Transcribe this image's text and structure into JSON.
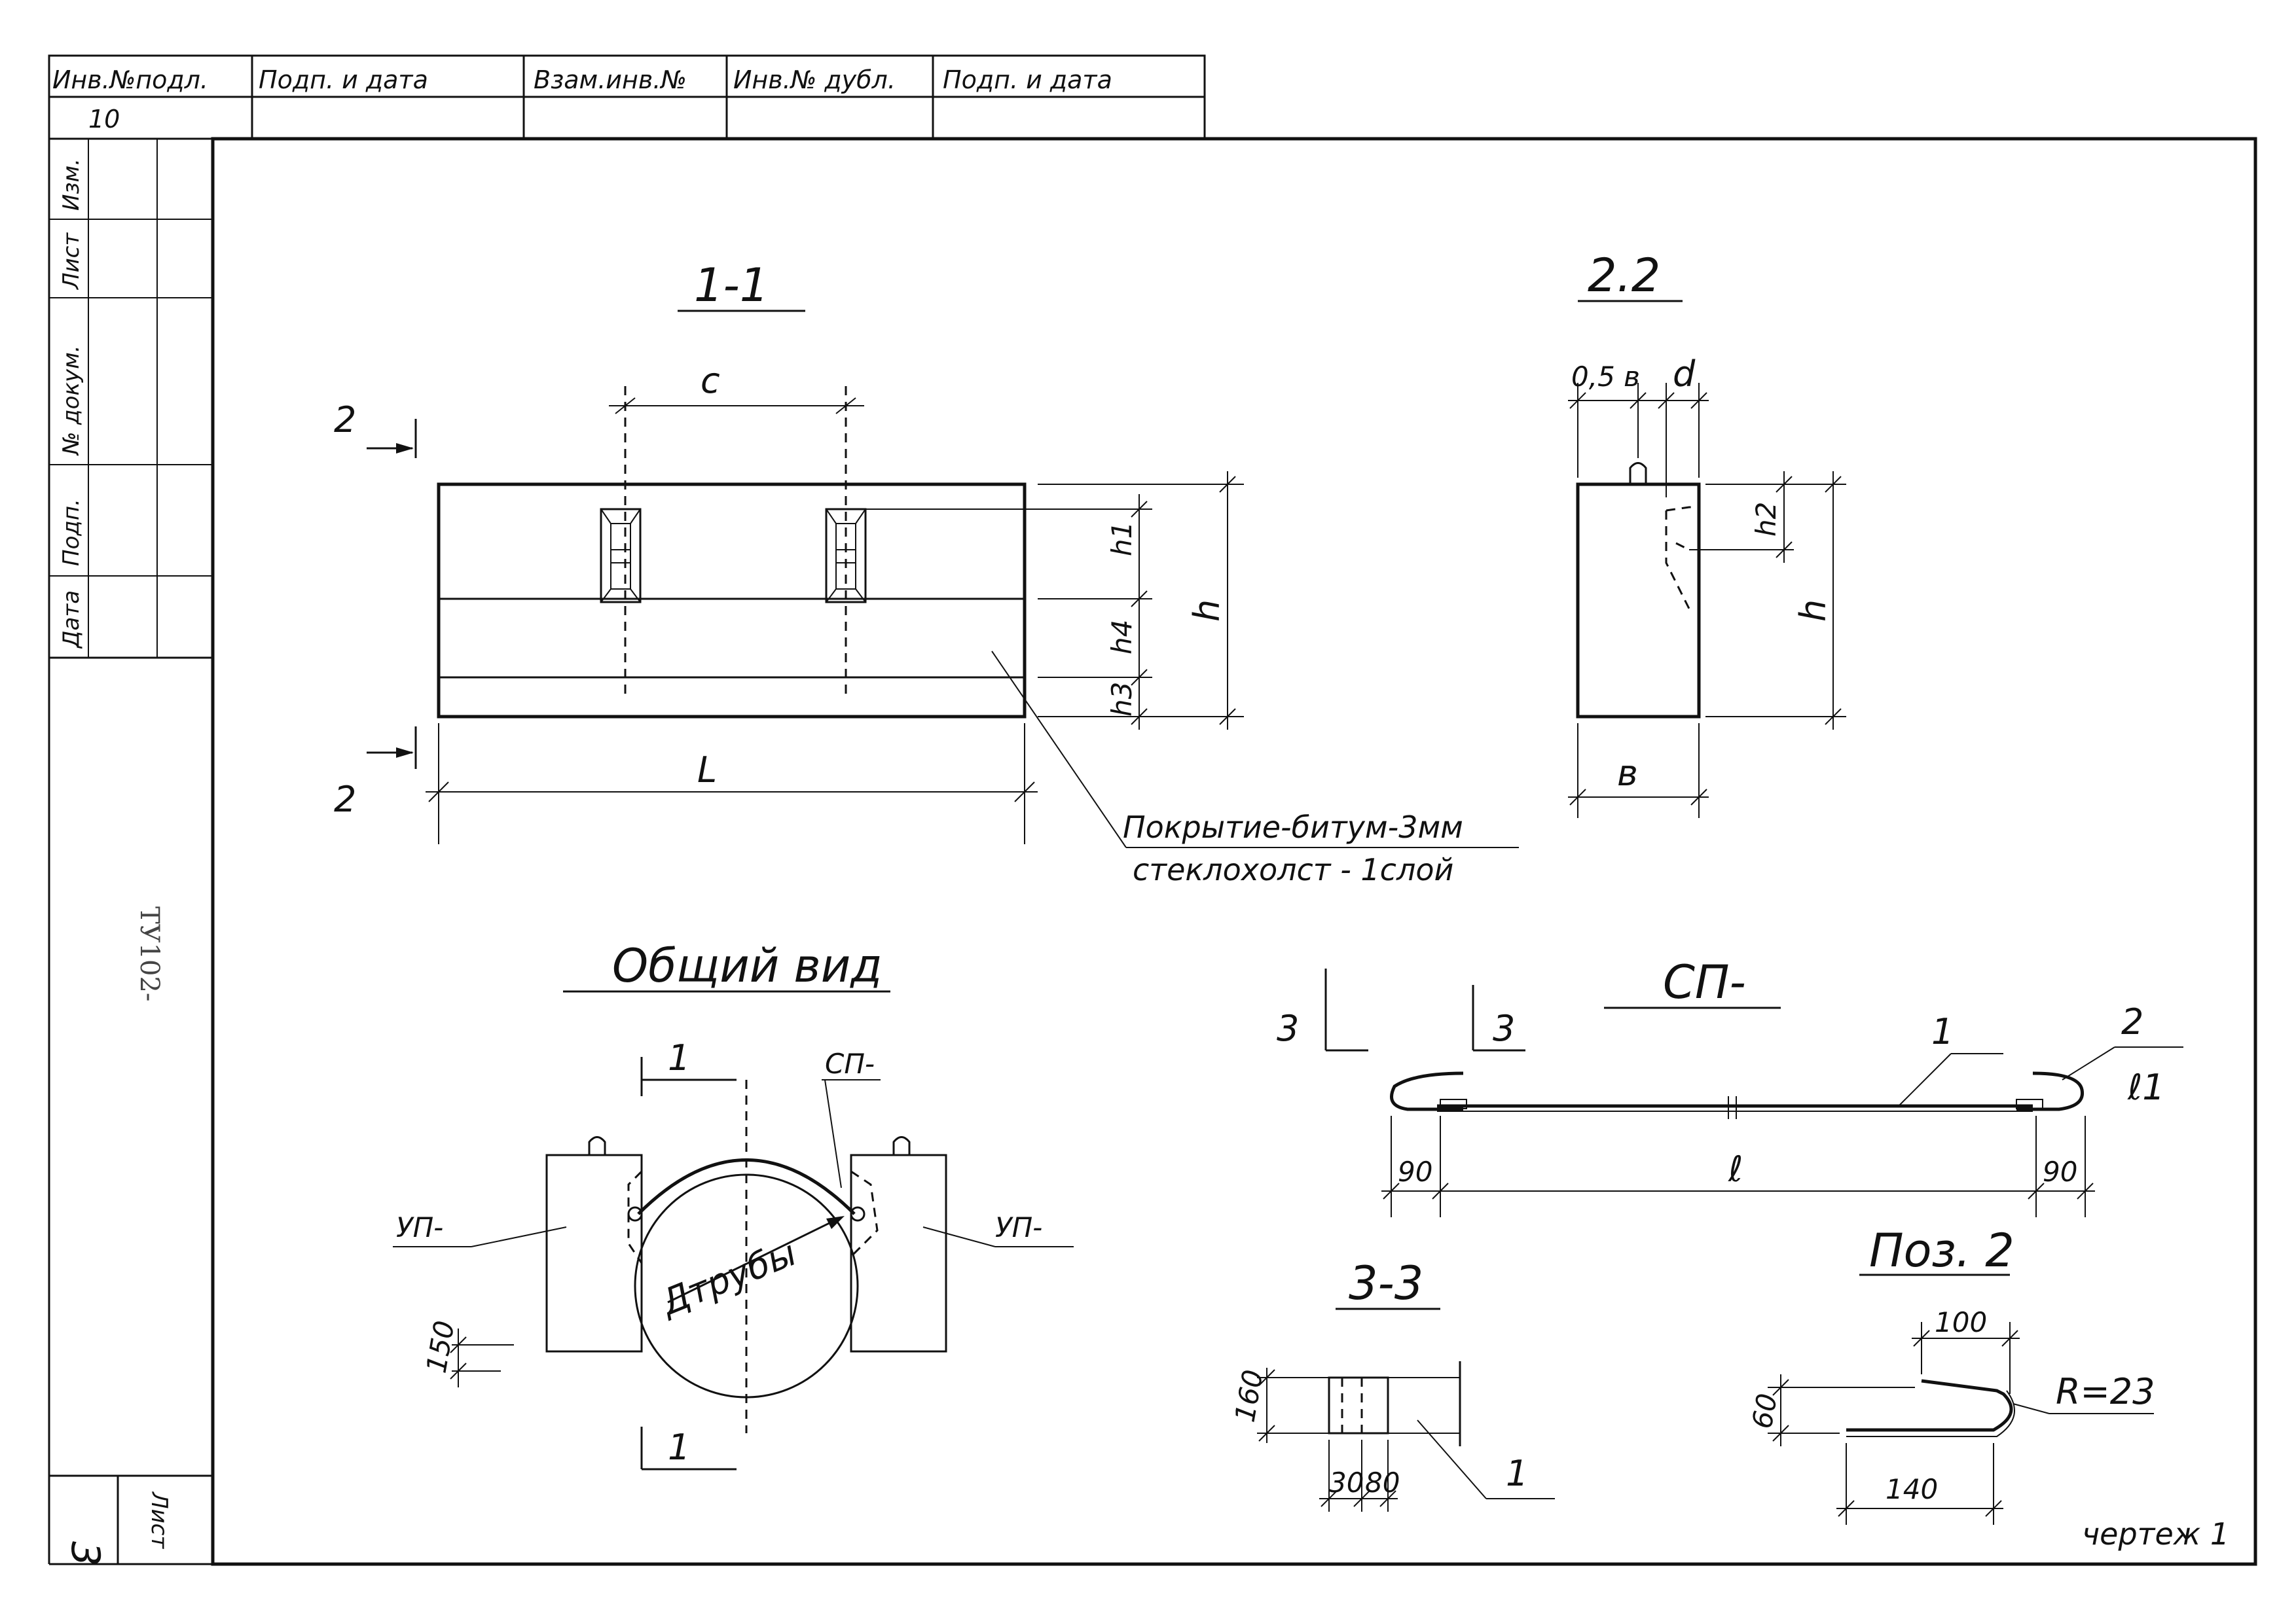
{
  "title_block": {
    "inv_no_podl": "Инв.№подл.",
    "podp_i_data": "Подп. и дата",
    "vzam_inv_no": "Взам.инв.№",
    "inv_no_dubl": "Инв.№ дубл.",
    "podp_i_data_2": "Подп. и дата",
    "inv_value": "10"
  },
  "side_block": {
    "izm": "Изм.",
    "list": "Лист",
    "no_dokum": "№ докум.",
    "podp": "Подп.",
    "data": "Дата",
    "doc_code": "ТУ102-",
    "sheet_number": "3",
    "sheet_label": "Лист"
  },
  "section_1_1": {
    "title": "1-1",
    "cut_mark": "2",
    "dim_c": "c",
    "dim_L": "L",
    "dim_h": "h",
    "dim_h1": "h1",
    "dim_h4": "h4",
    "dim_h3": "h3",
    "note_line1": "Покрытие-битум-3мм",
    "note_line2": "стеклохолст - 1слой"
  },
  "section_2_2": {
    "title": "2.2",
    "dim_05b": "0,5 в",
    "dim_d": "d",
    "dim_h2": "h2",
    "dim_h": "h",
    "dim_b": "в"
  },
  "general_view": {
    "title": "Общий вид",
    "cut_label": "1",
    "sp_label": "СП-",
    "up_left": "УП-",
    "up_right": "УП-",
    "pipe_label": "Дтрубы",
    "dim_150": "150"
  },
  "sp_view": {
    "title": "СП-",
    "cut_label": "3",
    "pos1": "1",
    "pos2": "2",
    "dim_l1": "ℓ1",
    "dim_90_left": "90",
    "dim_l": "ℓ",
    "dim_90_right": "90"
  },
  "section_3_3": {
    "title": "3-3",
    "dim_160": "160",
    "dim_30": "30",
    "dim_80": "80",
    "pos1": "1"
  },
  "pos2_view": {
    "title": "Поз. 2",
    "dim_100": "100",
    "dim_60": "60",
    "dim_140": "140",
    "radius": "R=23"
  },
  "drawing_label": "чертеж 1"
}
